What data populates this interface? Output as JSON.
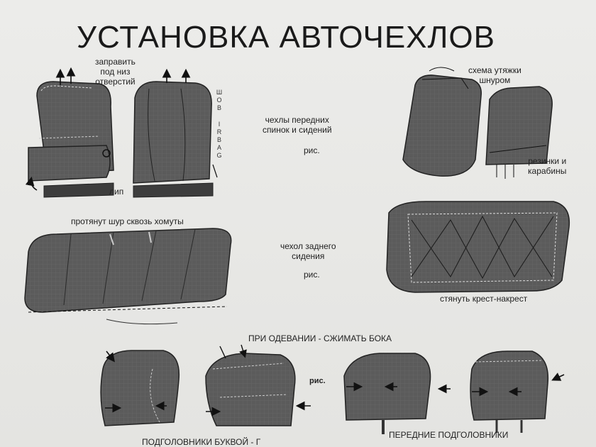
{
  "title": "УСТАНОВКА АВТОЧЕХЛОВ",
  "section_front": {
    "label_line1": "чехлы передних",
    "label_line2": "спинок и сидений",
    "fig_label": "рис.",
    "note_holes_line1": "заправить",
    "note_holes_line2": "под низ",
    "note_holes_line3": "отверстий",
    "note_lip": "лип",
    "vertical_top": "ШОВ",
    "vertical_bottom": "IRBAG",
    "note_lacing_line1": "схема утяжки",
    "note_lacing_line2": "шнуром",
    "note_elastic_line1": "резинки и",
    "note_elastic_line2": "карабины"
  },
  "section_rear": {
    "label_line1": "чехол заднего",
    "label_line2": "сидения",
    "fig_label": "рис.",
    "note_strap": "протянут шур сквозь хомуты",
    "note_cross": "стянуть крест-накрест"
  },
  "section_headrests": {
    "note_squeeze": "ПРИ ОДЕВАНИИ - СЖИМАТЬ БОКА",
    "fig_label": "рис.",
    "caption_left": "ПОДГОЛОВНИКИ БУКВОЙ - Г",
    "caption_right": "ПЕРЕДНИЕ ПОДГОЛОВНИКИ"
  },
  "colors": {
    "fabric": "#5a5a5a",
    "fabric_dark": "#444444",
    "paper": "#e9e9e6",
    "ink": "#1a1a1a"
  }
}
